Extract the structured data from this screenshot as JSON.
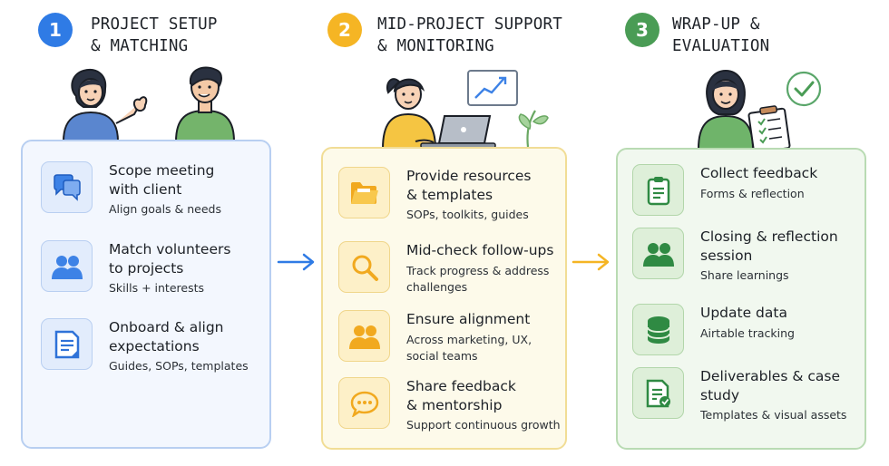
{
  "colors": {
    "blue": "#2f7be5",
    "yellow": "#f5b524",
    "green": "#4a9c55"
  },
  "phases": [
    {
      "number": "1",
      "title": "PROJECT SETUP\n& MATCHING",
      "steps": [
        {
          "icon": "chat-bubbles-icon",
          "title": "Scope meeting\nwith client",
          "subtitle": "Align goals & needs"
        },
        {
          "icon": "people-icon",
          "title": "Match volunteers\nto projects",
          "subtitle": "Skills + interests"
        },
        {
          "icon": "document-icon",
          "title": "Onboard & align\nexpectations",
          "subtitle": "Guides, SOPs, templates"
        }
      ]
    },
    {
      "number": "2",
      "title": "MID-PROJECT SUPPORT\n& MONITORING",
      "steps": [
        {
          "icon": "folder-icon",
          "title": "Provide resources\n& templates",
          "subtitle": "SOPs, toolkits, guides"
        },
        {
          "icon": "magnifier-icon",
          "title": "Mid-check follow-ups",
          "subtitle": "Track progress & address\nchallenges"
        },
        {
          "icon": "people-icon",
          "title": "Ensure alignment",
          "subtitle": "Across marketing, UX,\nsocial teams"
        },
        {
          "icon": "speech-bubble-icon",
          "title": "Share feedback\n& mentorship",
          "subtitle": "Support continuous growth"
        }
      ]
    },
    {
      "number": "3",
      "title": "WRAP-UP &\nEVALUATION",
      "steps": [
        {
          "icon": "clipboard-icon",
          "title": "Collect feedback",
          "subtitle": "Forms & reflection"
        },
        {
          "icon": "people-icon",
          "title": "Closing & reflection\nsession",
          "subtitle": "Share learnings"
        },
        {
          "icon": "database-icon",
          "title": "Update data",
          "subtitle": "Airtable tracking"
        },
        {
          "icon": "document-check-icon",
          "title": "Deliverables & case\nstudy",
          "subtitle": "Templates & visual assets"
        }
      ]
    }
  ]
}
